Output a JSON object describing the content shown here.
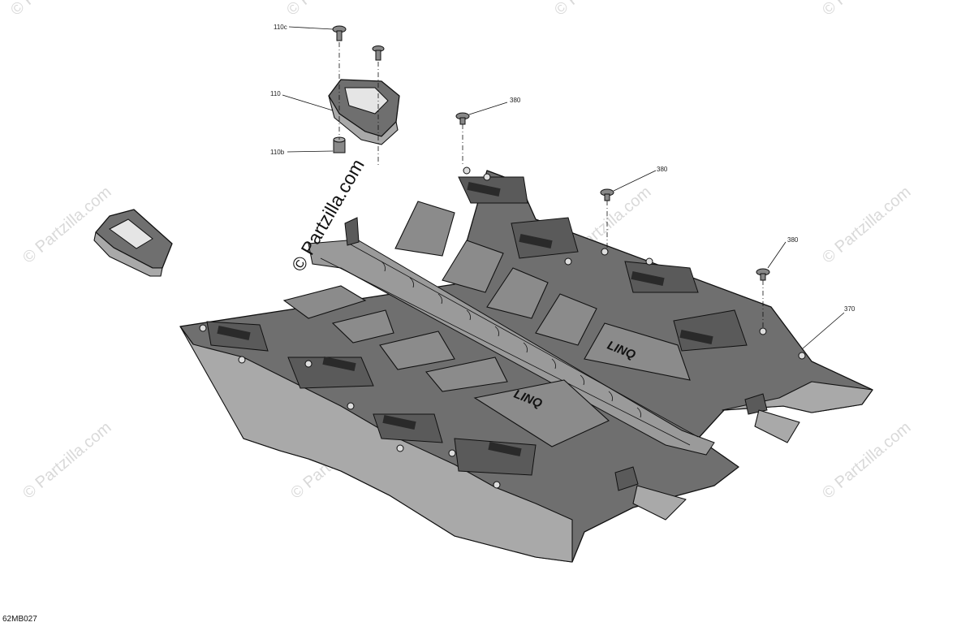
{
  "diagram": {
    "callouts": {
      "c110c": "110c",
      "c110": "110",
      "c110b": "110b",
      "c380a": "380",
      "c380b": "380",
      "c380c": "380",
      "c370": "370"
    },
    "pad_text_left": "LINQ",
    "pad_text_right": "LINQ",
    "diagram_code": "62MB027"
  },
  "watermark": {
    "main": "© Partzilla.com",
    "repeat": "© Partzilla.com"
  }
}
